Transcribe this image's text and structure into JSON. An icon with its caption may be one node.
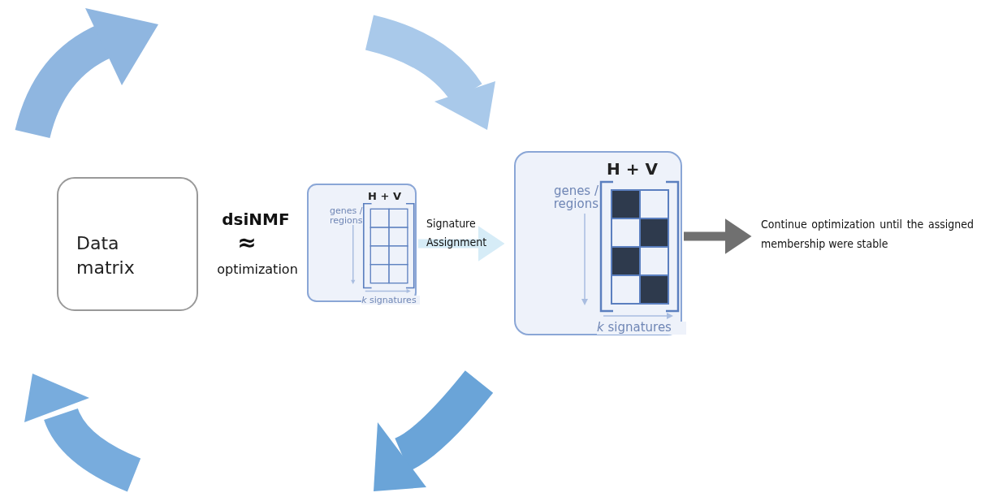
{
  "diagram": {
    "nodes": [
      {
        "text": [
          "Data matrix"
        ]
      },
      {
        "text": [
          "H + V",
          "genes / regions",
          "*k* signatures"
        ]
      },
      {
        "text": [
          "H + V",
          "genes / regions",
          "*k* signatures"
        ]
      },
      {
        "text": [
          "Continue optimization until the assigned membership were stable"
        ]
      }
    ],
    "edges": [
      {
        "from": 1,
        "to": 2,
        "arrow": "to",
        "label": "Signature Assignment",
        "color": "#d6ecf7"
      },
      {
        "from": 2,
        "to": 3,
        "arrow": "to",
        "color": "#707070"
      }
    ],
    "labels": [
      "dsiNMF",
      "≈",
      "optimization"
    ]
  }
}
